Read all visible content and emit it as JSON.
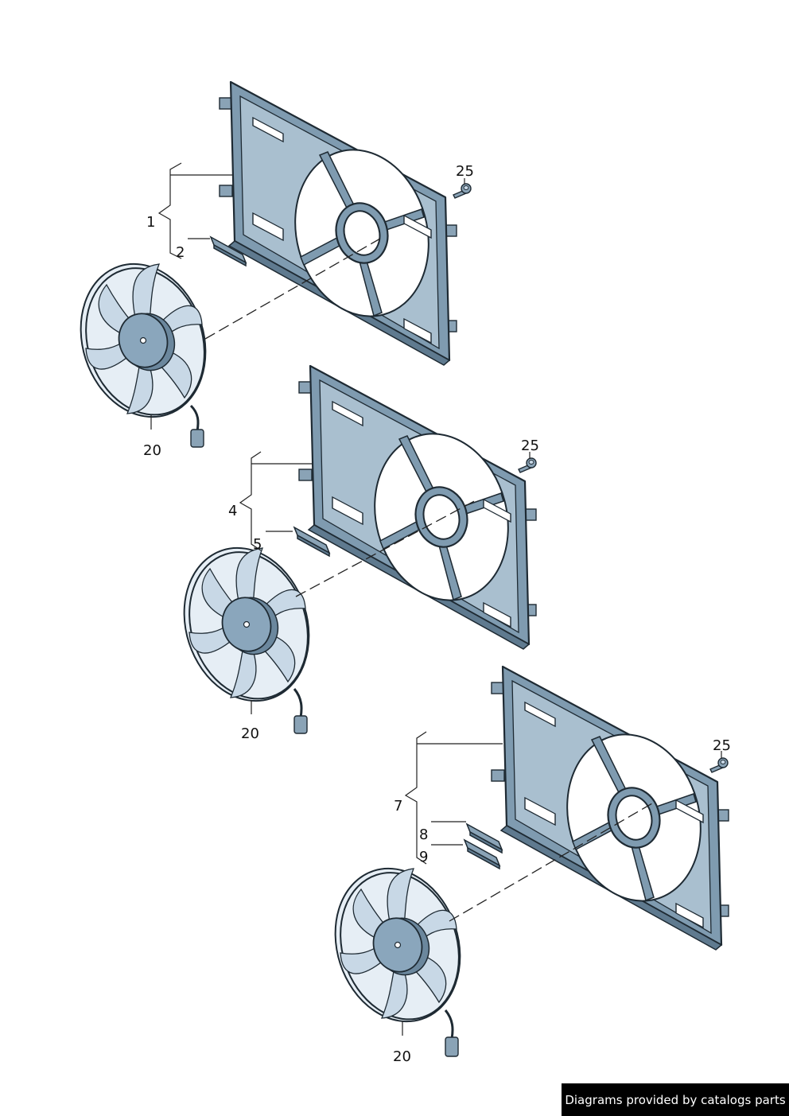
{
  "labels": {
    "l1": "1",
    "l2": "2",
    "l4": "4",
    "l5": "5",
    "l7": "7",
    "l8": "8",
    "l9": "9",
    "l20a": "20",
    "l20b": "20",
    "l20c": "20",
    "l25a": "25",
    "l25b": "25",
    "l25c": "25"
  },
  "credit": "Diagrams provided by catalogs parts",
  "colors": {
    "part_fill": "#7f9bb0",
    "outline": "#1e2a33",
    "blade": "#c8d8e6",
    "credit_bg": "#000000",
    "credit_text": "#ffffff"
  }
}
